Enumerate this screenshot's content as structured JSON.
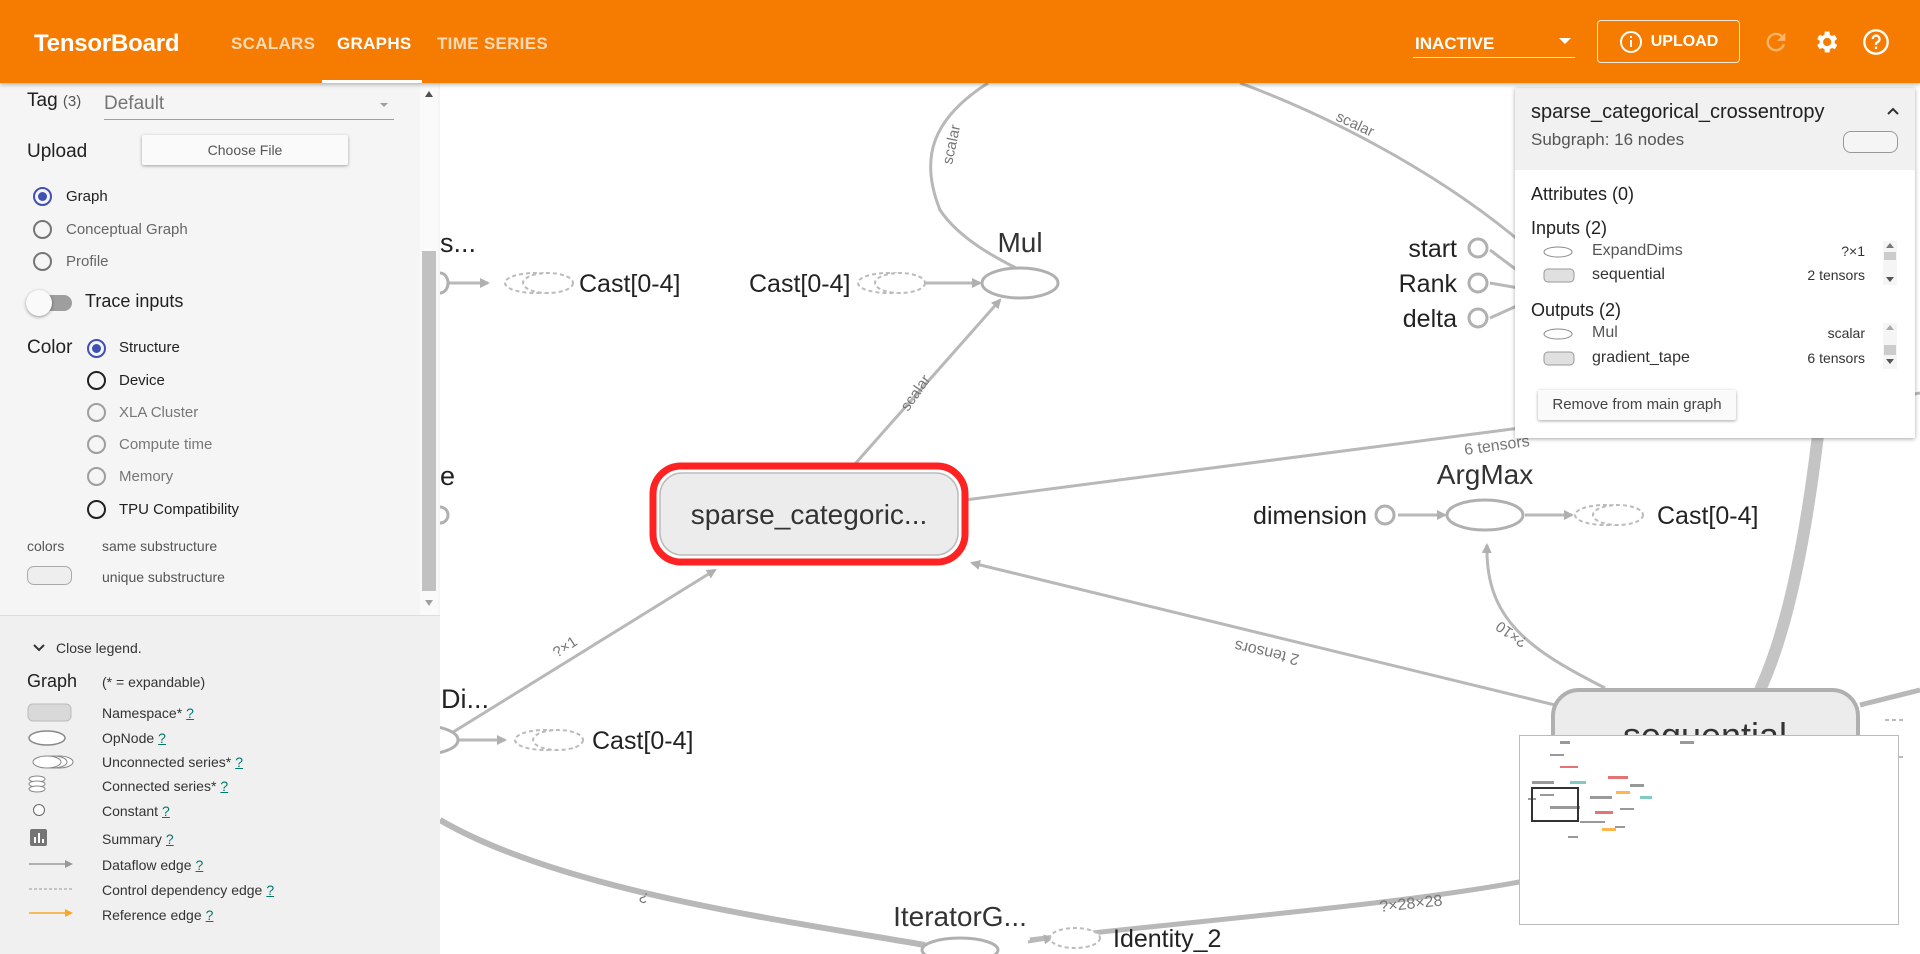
{
  "app": {
    "title": "TensorBoard",
    "accent_color": "#f57c00",
    "tabs": [
      {
        "label": "SCALARS",
        "active": false
      },
      {
        "label": "GRAPHS",
        "active": true
      },
      {
        "label": "TIME SERIES",
        "active": false
      }
    ],
    "run_status": "INACTIVE",
    "upload_label": "UPLOAD",
    "icons": [
      "info-icon",
      "refresh-icon",
      "settings-gear-icon",
      "help-icon"
    ]
  },
  "sidebar": {
    "tag_label": "Tag",
    "tag_count": "(3)",
    "tag_value": "Default",
    "upload_label": "Upload",
    "choose_file": "Choose File",
    "graph_types": [
      {
        "label": "Graph",
        "selected": true
      },
      {
        "label": "Conceptual Graph",
        "selected": false
      },
      {
        "label": "Profile",
        "selected": false
      }
    ],
    "trace_inputs": "Trace inputs",
    "trace_on": false,
    "color_label": "Color",
    "color_options": [
      {
        "label": "Structure",
        "selected": true,
        "enabled": true
      },
      {
        "label": "Device",
        "selected": false,
        "enabled": true
      },
      {
        "label": "XLA Cluster",
        "selected": false,
        "enabled": false
      },
      {
        "label": "Compute time",
        "selected": false,
        "enabled": false
      },
      {
        "label": "Memory",
        "selected": false,
        "enabled": false
      },
      {
        "label": "TPU Compatibility",
        "selected": false,
        "enabled": true
      }
    ],
    "colors_label": "colors",
    "same_sub": "same substructure",
    "unique_sub": "unique substructure"
  },
  "legend": {
    "close": "Close legend.",
    "graph": "Graph",
    "expandable": "(* = expandable)",
    "help_mark": "?",
    "items": [
      "Namespace*",
      "OpNode",
      "Unconnected series*",
      "Connected series*",
      "Constant",
      "Summary",
      "Dataflow edge",
      "Control dependency edge",
      "Reference edge"
    ]
  },
  "graph": {
    "nodes": {
      "mul": "Mul",
      "argmax": "ArgMax",
      "sparse": "sparse_categoric...",
      "sequential": "sequential",
      "iterator": "IteratorG...",
      "identity": "Identity_2",
      "dimension": "dimension",
      "start": "start",
      "rank": "Rank",
      "delta": "delta",
      "cast_a": "Cast[0-4]",
      "cast_b": "Cast[0-4]",
      "cast_c": "Cast[0-4]",
      "cast_d": "Cast[0-4]",
      "trunc_s": "s...",
      "trunc_e": "e",
      "trunc_di": "lDi..."
    },
    "edges": {
      "scalar1": "scalar",
      "scalar2": "scalar",
      "scalar3": "scalar",
      "six": "6 tensors",
      "two": "2 tensors",
      "qx1": "?×1",
      "qx10": "?×10",
      "q28": "?×28×28",
      "q": "?"
    }
  },
  "info": {
    "title": "sparse_categorical_crossentropy",
    "subtitle": "Subgraph: 16 nodes",
    "attributes": "Attributes (0)",
    "inputs_label": "Inputs (2)",
    "inputs": [
      {
        "name": "ExpandDims",
        "shape": "?×1"
      },
      {
        "name": "sequential",
        "shape": "2 tensors"
      }
    ],
    "outputs_label": "Outputs (2)",
    "outputs": [
      {
        "name": "Mul",
        "shape": "scalar"
      },
      {
        "name": "gradient_tape",
        "shape": "6 tensors"
      }
    ],
    "remove": "Remove from main graph"
  }
}
